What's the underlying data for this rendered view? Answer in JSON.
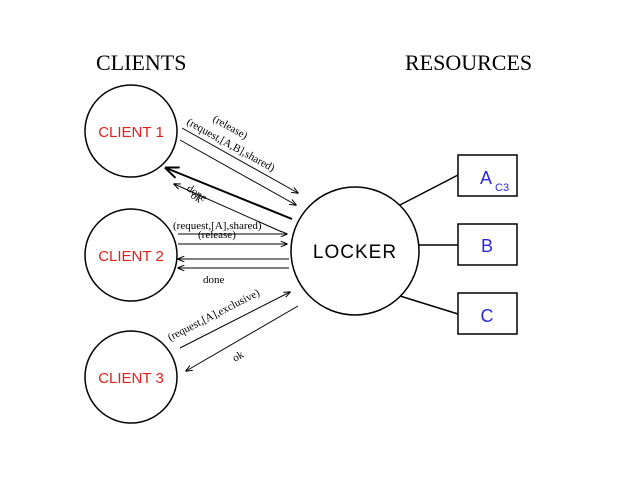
{
  "headings": {
    "clients": "CLIENTS",
    "resources": "RESOURCES"
  },
  "clients": [
    {
      "label": "CLIENT 1"
    },
    {
      "label": "CLIENT 2"
    },
    {
      "label": "CLIENT 3"
    }
  ],
  "locker": {
    "label": "LOCKER"
  },
  "resources": [
    {
      "label": "A",
      "holder": "C3"
    },
    {
      "label": "B"
    },
    {
      "label": "C"
    }
  ],
  "messages": {
    "client1_release": "(release)",
    "client1_request": "(request,[A,B],shared)",
    "client1_done": "done",
    "client1_ok": "ok",
    "client2_request": "(request,[A],shared)",
    "client2_release": "(release)",
    "client2_done": "done",
    "client3_request": "(request,[A],exclusive)",
    "client3_ok": "ok"
  },
  "colors": {
    "client_text": "#e0201a",
    "resource_text": "#2a2ad8",
    "stroke": "#000000"
  }
}
